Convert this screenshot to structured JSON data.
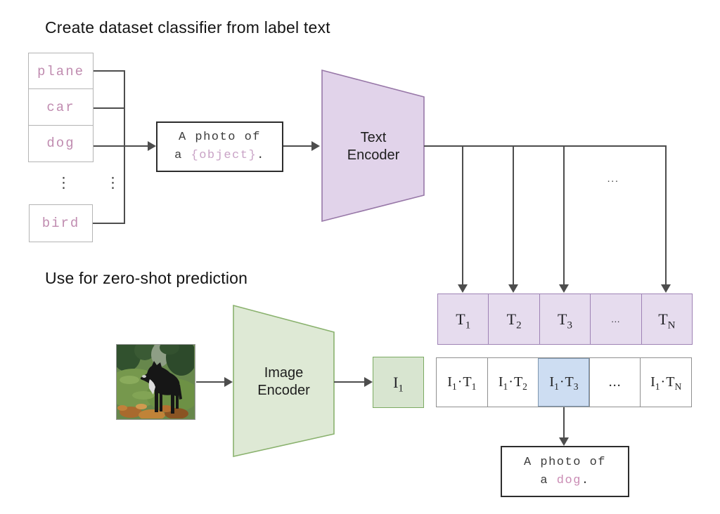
{
  "titles": {
    "top": "Create dataset classifier from label text",
    "bottom": "Use for zero-shot prediction"
  },
  "label_column": {
    "items": [
      "plane",
      "car",
      "dog",
      "bird"
    ],
    "ellipsis": "⋮"
  },
  "prompt_box": {
    "line1": "A photo of",
    "line2_prefix": "a ",
    "placeholder": "{object}",
    "line2_suffix": "."
  },
  "encoders": {
    "text": {
      "line1": "Text",
      "line2": "Encoder"
    },
    "image": {
      "line1": "Image",
      "line2": "Encoder"
    }
  },
  "flow_ellipsis": "...",
  "t_row": {
    "cells": [
      {
        "base": "T",
        "sub": "1"
      },
      {
        "base": "T",
        "sub": "2"
      },
      {
        "base": "T",
        "sub": "3"
      },
      {
        "base": "...",
        "sub": ""
      },
      {
        "base": "T",
        "sub": "N"
      }
    ]
  },
  "i_box": {
    "base": "I",
    "sub": "1"
  },
  "it_row": {
    "cells": [
      {
        "i": "I",
        "i_sub": "1",
        "dot": "·",
        "t": "T",
        "t_sub": "1",
        "highlighted": false
      },
      {
        "i": "I",
        "i_sub": "1",
        "dot": "·",
        "t": "T",
        "t_sub": "2",
        "highlighted": false
      },
      {
        "i": "I",
        "i_sub": "1",
        "dot": "·",
        "t": "T",
        "t_sub": "3",
        "highlighted": true
      },
      {
        "i": "...",
        "i_sub": "",
        "dot": "",
        "t": "",
        "t_sub": "",
        "highlighted": false
      },
      {
        "i": "I",
        "i_sub": "1",
        "dot": "·",
        "t": "T",
        "t_sub": "N",
        "highlighted": false
      }
    ]
  },
  "result_box": {
    "line1": "A photo of",
    "line2_prefix": "a ",
    "object": "dog",
    "line2_suffix": "."
  },
  "colors": {
    "purple_fill": "#e1d3ea",
    "purple_border": "#9878a8",
    "t_cell_fill": "#e6dcee",
    "t_cell_border": "#9e82b5",
    "green_fill": "#dee9d5",
    "green_border": "#8ab26e",
    "i_fill": "#d8e5d0",
    "i_border": "#7cab62",
    "blue_fill": "#cdddf2",
    "blue_border": "#7e96ae",
    "pink_label": "#c08cb0",
    "line_gray": "#4d4d4d"
  }
}
